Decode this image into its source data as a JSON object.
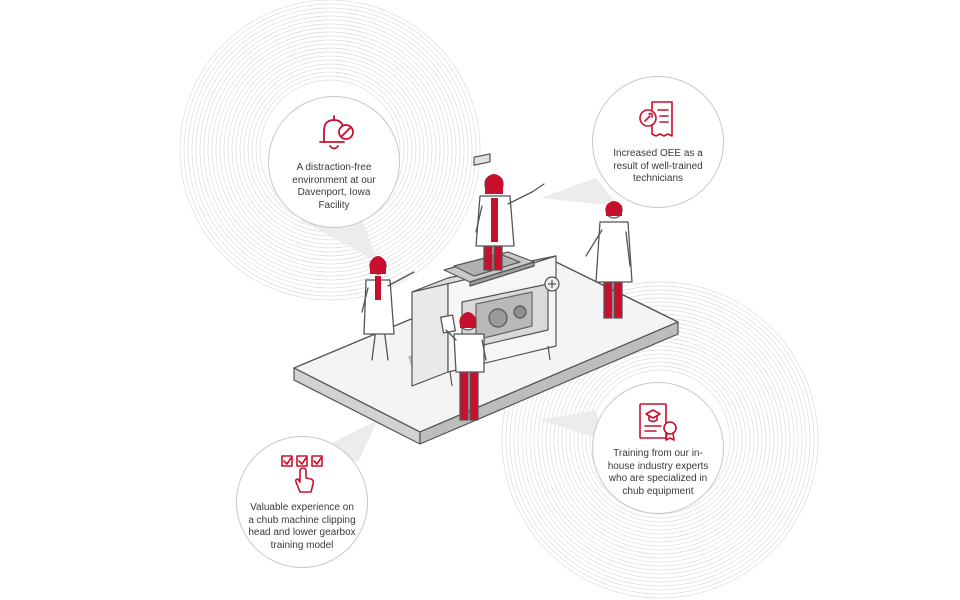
{
  "colors": {
    "accent": "#c8102e",
    "outline": "#555555",
    "ring": "#d6d6d6",
    "platform": "#ededed",
    "cone": "#e7e7e7"
  },
  "callouts": [
    {
      "icon": "silenced-bell-icon",
      "text": "A distraction-free environment at our Davenport, Iowa Facility"
    },
    {
      "icon": "maintenance-document-icon",
      "text": "Increased OEE as a result of well-trained technicians"
    },
    {
      "icon": "certificate-icon",
      "text": "Training from our in-house industry experts who are specialized in chub equipment"
    },
    {
      "icon": "checklist-pointer-icon",
      "text": "Valuable experience on a chub machine clipping head and lower gearbox training model"
    }
  ]
}
